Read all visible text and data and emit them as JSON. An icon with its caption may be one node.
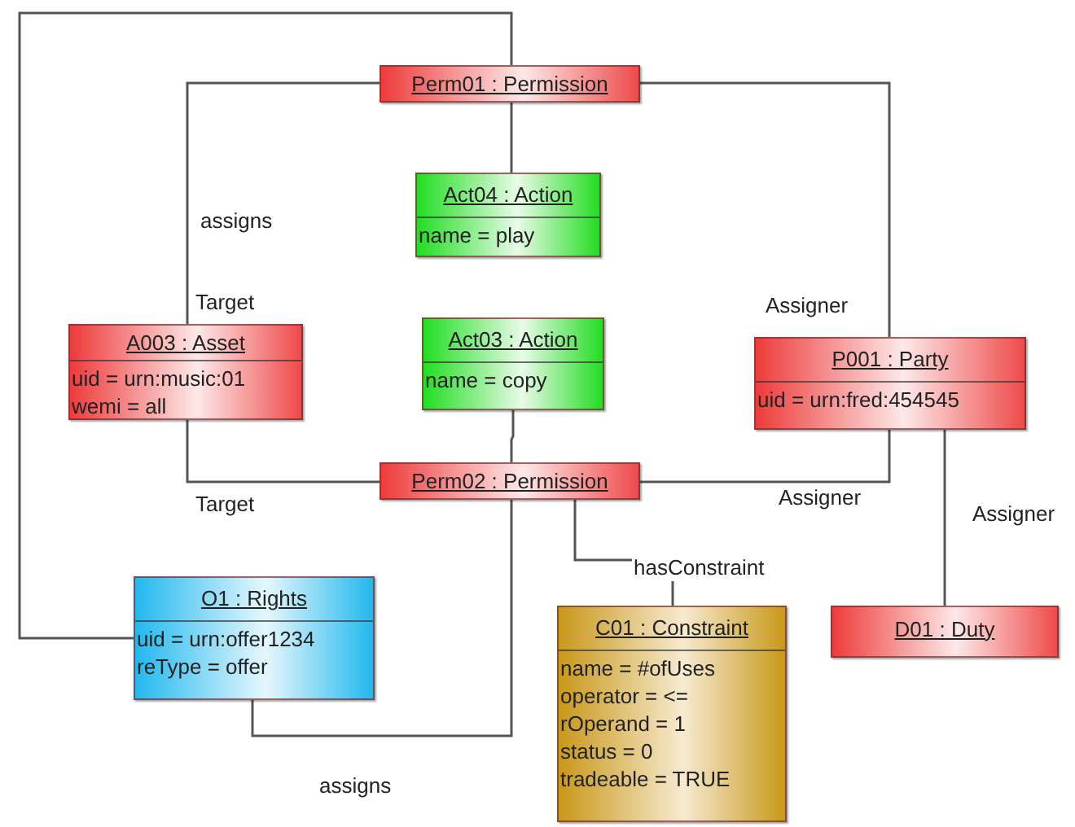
{
  "diagram": {
    "nodes": [
      {
        "text": [
          "Perm01 : Permission"
        ]
      },
      {
        "text": [
          "Act04 : Action",
          "name = play"
        ]
      },
      {
        "text": [
          "A003 : Asset",
          "uid = urn:music:01",
          "wemi = all"
        ]
      },
      {
        "text": [
          "Act03 : Action",
          "name = copy"
        ]
      },
      {
        "text": [
          "P001 : Party",
          "uid = urn:fred:454545"
        ]
      },
      {
        "text": [
          "Perm02 : Permission"
        ]
      },
      {
        "text": [
          "O1 : Rights",
          "uid = urn:offer1234",
          "reType = offer"
        ]
      },
      {
        "text": [
          "C01 : Constraint",
          "name = #ofUses",
          "operator = <=",
          "rOperand = 1",
          "status = 0",
          "tradeable = TRUE"
        ]
      },
      {
        "text": [
          "D01 : Duty"
        ]
      }
    ],
    "edges": [
      {
        "from": 0,
        "to": 6,
        "arrow": "none"
      },
      {
        "from": 0,
        "to": 2,
        "arrow": "none",
        "label": "assigns"
      },
      {
        "from": 0,
        "to": 1,
        "arrow": "none"
      },
      {
        "from": 0,
        "to": 4,
        "arrow": "none"
      },
      {
        "from": 3,
        "to": 5,
        "arrow": "none"
      },
      {
        "from": 2,
        "to": 5,
        "arrow": "none"
      },
      {
        "from": 4,
        "to": 5,
        "arrow": "none"
      },
      {
        "from": 4,
        "to": 8,
        "arrow": "none"
      },
      {
        "from": 6,
        "to": 5,
        "arrow": "none",
        "label": "assigns"
      },
      {
        "from": 5,
        "to": 7,
        "arrow": "none",
        "label": "hasConstraint"
      }
    ],
    "labels": [
      "Target",
      "Assigner",
      "Target",
      "Assigner",
      "Assigner"
    ]
  }
}
